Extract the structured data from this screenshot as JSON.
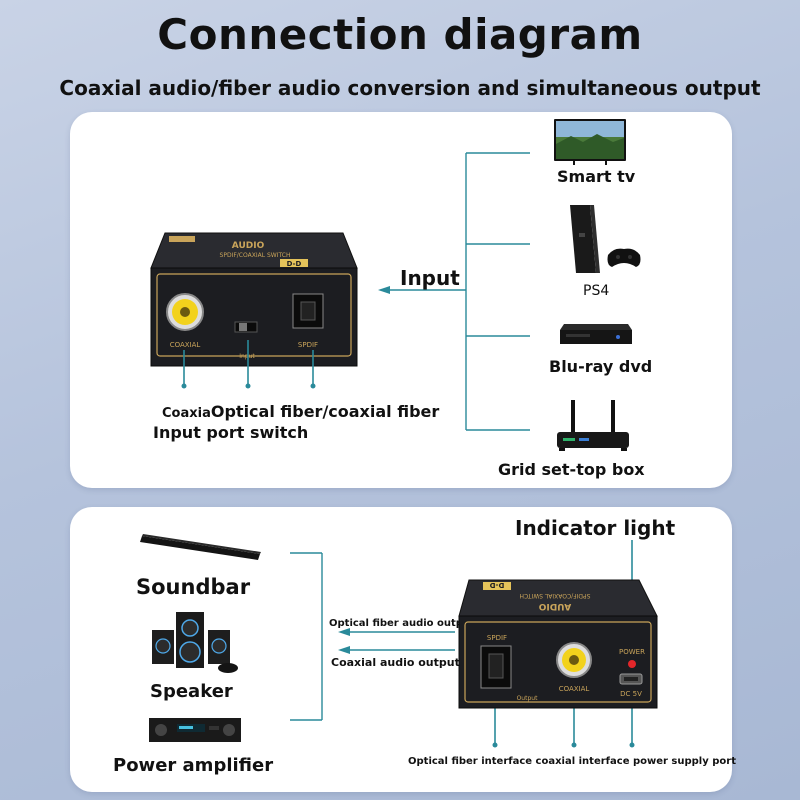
{
  "header": {
    "title": "Connection diagram",
    "subtitle": "Coaxial audio/fiber audio conversion and simultaneous output"
  },
  "top_panel": {
    "input_label": "Input",
    "devices": [
      {
        "label": "Smart tv",
        "icon": "smart-tv-icon"
      },
      {
        "label": "PS4",
        "icon": "ps4-console-icon"
      },
      {
        "label": "Blu-ray dvd",
        "icon": "bluray-player-icon"
      },
      {
        "label": "Grid set-top box",
        "icon": "router-icon"
      }
    ],
    "unit_front": {
      "top_text": "AUDIO",
      "model_text": "SPDIF/COAXIAL SWITCH",
      "badge": "D-D",
      "port_coaxial": "COAXIAL",
      "port_spdif": "SPDIF",
      "switch_label": "Input"
    },
    "caption_line1_prefix": "Coaxia",
    "caption_line1": "Optical fiber/coaxial fiber",
    "caption_line2": "Input port switch"
  },
  "bottom_panel": {
    "indicator_label": "Indicator light",
    "outputs": [
      {
        "label": "Soundbar",
        "icon": "soundbar-icon"
      },
      {
        "label": "Speaker",
        "icon": "speaker-icon"
      },
      {
        "label": "Power amplifier",
        "icon": "amplifier-icon"
      }
    ],
    "arrow_optical": "Optical fiber audio output",
    "arrow_coaxial": "Coaxial audio output",
    "unit_back": {
      "top_text": "AUDIO",
      "model_text": "SPDIF/COAXIAL SWITCH",
      "badge": "D-D",
      "port_spdif": "SPDIF",
      "port_coaxial": "COAXIAL",
      "output_label": "Output",
      "power_label": "POWER",
      "dc_label": "DC 5V"
    },
    "port_caption": "Optical fiber interface coaxial interface power supply port"
  },
  "colors": {
    "connector_line": "#2a8a9a",
    "unit_body": "#1c1d21",
    "gold": "#c9a45a",
    "rca_yellow": "#f2d21c",
    "led_red": "#e3262a"
  }
}
